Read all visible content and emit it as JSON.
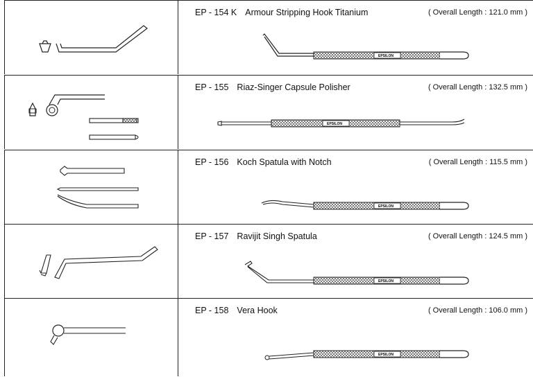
{
  "instruments": [
    {
      "code": "EP - 154 K",
      "name": "Armour Stripping Hook Titanium",
      "length": "( Overall Length : 121.0 mm )",
      "brand": "EPSILON"
    },
    {
      "code": "EP - 155",
      "name": "Riaz-Singer Capsule Polisher",
      "length": "( Overall Length : 132.5 mm )",
      "brand": "EPSILON"
    },
    {
      "code": "EP - 156",
      "name": "Koch Spatula with Notch",
      "length": "( Overall Length : 115.5 mm )",
      "brand": "EPSILON"
    },
    {
      "code": "EP - 157",
      "name": "Ravijit Singh Spatula",
      "length": "( Overall Length : 124.5 mm )",
      "brand": "EPSILON"
    },
    {
      "code": "EP - 158",
      "name": "Vera Hook",
      "length": "( Overall Length : 106.0 mm )",
      "brand": "EPSILON"
    }
  ],
  "colors": {
    "line": "#222222",
    "handle_pattern": "#333333"
  }
}
